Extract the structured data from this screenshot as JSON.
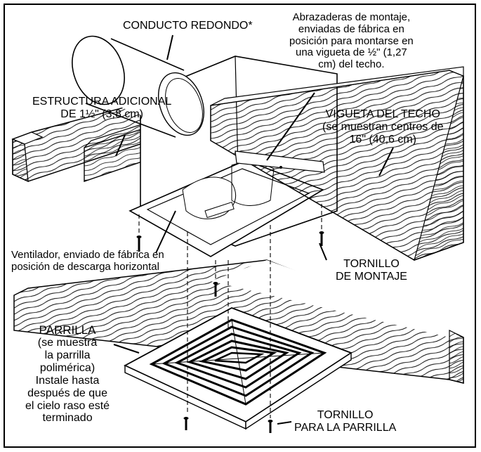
{
  "labels": {
    "round_duct": "CONDUCTO REDONDO*",
    "mounting_brackets": [
      "Abrazaderas de montaje,",
      "enviadas de fábrica en",
      "posición para montarse en",
      "una vigueta de ½\" (1,27",
      "cm) del techo."
    ],
    "additional_framing": [
      "ESTRUCTURA  ADICIONAL",
      "DE 1½\" (3,8 cm)"
    ],
    "ceiling_joist": [
      "VIGUETA DEL TECHO",
      "(se muestran centros de",
      "16\" (40,6 cm)"
    ],
    "fan": [
      "Ventilador, enviado de fábrica en",
      "posición de descarga horizontal"
    ],
    "mounting_screw": [
      "TORNILLO",
      "DE MONTAJE"
    ],
    "grille": [
      "PARRILLA",
      "(se muestra",
      "la parrilla",
      "polimérica)",
      "Instale hasta",
      "después de que",
      "el cielo raso esté",
      "terminado"
    ],
    "grille_screw": [
      "TORNILLO",
      "PARA  LA PARRILLA"
    ]
  }
}
